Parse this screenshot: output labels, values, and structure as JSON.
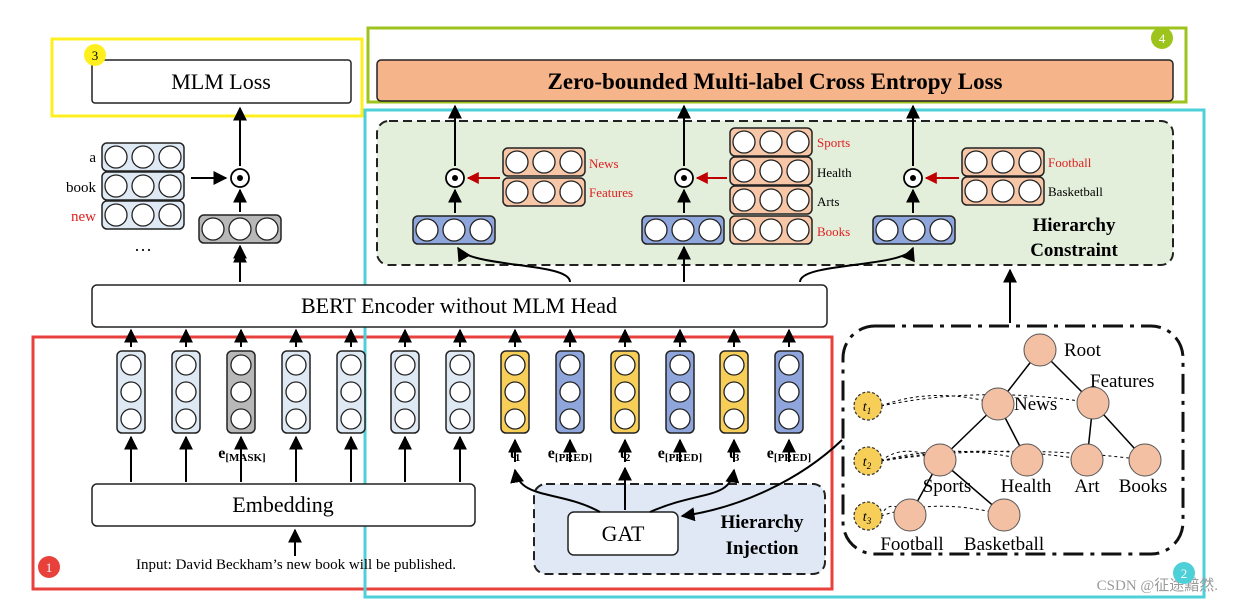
{
  "top_loss": {
    "label": "Zero-bounded Multi-label Cross Entropy Loss",
    "fill": "#f5b48a"
  },
  "mlm_loss": {
    "label": "MLM Loss"
  },
  "mlm_words": [
    "a",
    "book",
    "new"
  ],
  "mlm_ellipsis": "···",
  "encoder": {
    "label": "BERT Encoder without MLM Head"
  },
  "embedding": {
    "label": "Embedding"
  },
  "input_text": "Input: David Beckham’s new book will be published.",
  "token_labels": [
    {
      "main": "e",
      "sub": "[MASK]"
    },
    {
      "main": "t",
      "sub": "1"
    },
    {
      "main": "e",
      "sub": "[PRED]"
    },
    {
      "main": "t",
      "sub": "2"
    },
    {
      "main": "e",
      "sub": "[PRED]"
    },
    {
      "main": "t",
      "sub": "3"
    },
    {
      "main": "e",
      "sub": "[PRED]"
    }
  ],
  "label_groups": [
    {
      "labels": [
        "News",
        "Features"
      ],
      "highlight": [
        true,
        true
      ]
    },
    {
      "labels": [
        "Sports",
        "Health",
        "Arts",
        "Books"
      ],
      "highlight": [
        true,
        false,
        false,
        true
      ]
    },
    {
      "labels": [
        "Football",
        "Basketball"
      ],
      "highlight": [
        true,
        false
      ]
    }
  ],
  "hierarchy_constraint": [
    "Hierarchy",
    "Constraint"
  ],
  "gat": {
    "label": "GAT"
  },
  "hierarchy_injection": [
    "Hierarchy",
    "Injection"
  ],
  "tree": {
    "nodes": [
      "Root",
      "News",
      "Features",
      "Sports",
      "Health",
      "Art",
      "Books",
      "Football",
      "Basketball"
    ],
    "virtual_nodes": [
      {
        "main": "t",
        "sub": "1"
      },
      {
        "main": "t",
        "sub": "2"
      },
      {
        "main": "t",
        "sub": "3"
      }
    ]
  },
  "badges": [
    "1",
    "2",
    "3",
    "4"
  ],
  "watermark": "CSDN @征途黯然.",
  "colors": {
    "red_frame": "#e8413c",
    "cyan_frame": "#4dd0d8",
    "yellow_frame": "#ffef1f",
    "green_frame": "#9dc31d",
    "constraint_fill": "#e3efdb",
    "injection_fill": "#dfe8f4",
    "blue_cell": "#8ea6dc",
    "grey_cell": "#b8b8b8",
    "light_cell": "#dfe9f4",
    "yellow_cell": "#f7cf58",
    "peach_cell": "#f6c6a6",
    "tree_node": "#f4c0a4",
    "label_red": "#e21f1f",
    "arrow_red": "#c00000"
  }
}
